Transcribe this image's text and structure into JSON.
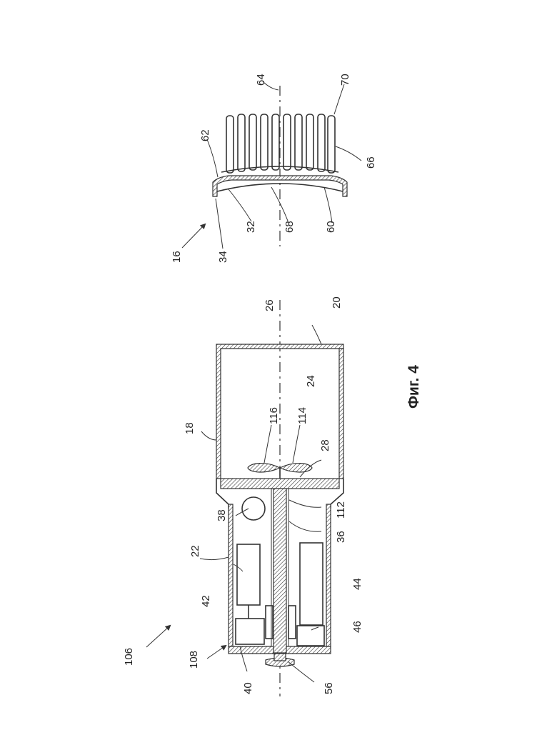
{
  "figure": {
    "caption": "Фиг. 4",
    "labels": {
      "l106": "106",
      "l108": "108",
      "l40": "40",
      "l56": "56",
      "l46": "46",
      "l44": "44",
      "l42": "42",
      "l22": "22",
      "l38": "38",
      "l36": "36",
      "l112": "112",
      "l28": "28",
      "l114": "114",
      "l116": "116",
      "l18": "18",
      "l24": "24",
      "l20": "20",
      "l26": "26",
      "l16": "16",
      "l34": "34",
      "l32": "32",
      "l68": "68",
      "l60": "60",
      "l62": "62",
      "l66": "66",
      "l70": "70",
      "l64": "64"
    }
  }
}
